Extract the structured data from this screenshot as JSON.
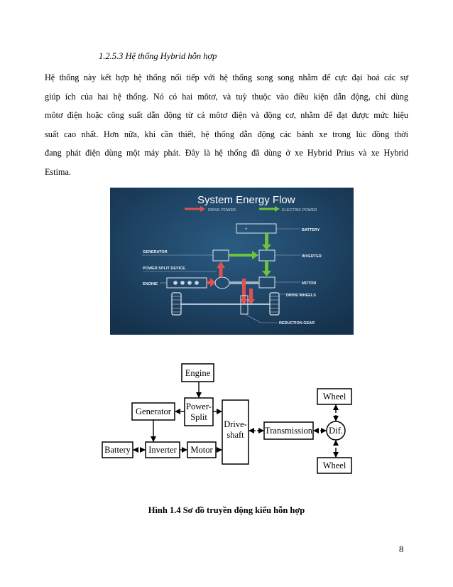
{
  "section_heading": "1.2.5.3   Hệ thống Hybrid hỗn hợp",
  "paragraph_lines": [
    "Hệ thống này kết hợp hệ thống nối tiếp với hệ thống song song nhằm để cực đại hoá các sự",
    "giúp ích của hai hệ thống. Nó có hai môtơ, và tuỳ thuộc vào điều kiện dẫn động, chỉ dùng",
    "môtơ điện hoặc công suất dẫn động từ cả môtơ điện và động cơ, nhằm để đạt được mức hiệu",
    "suất cao nhất. Hơn nữa, khi cần thiết, hệ thống dẫn động các bánh xe trong lúc đồng thời",
    "đang phát điện dùng một máy phát. Đây là hệ thống đã dùng ở xe Hybrid Prius và xe Hybrid",
    "Estima."
  ],
  "energy_flow_figure": {
    "title": "System Energy Flow",
    "legend_drive": "DRIVE POWER",
    "legend_electric": "ELECTRIC POWER",
    "label_battery": "BATTERY",
    "label_generator": "GENERATOR",
    "label_inverter": "INVERTER",
    "label_power_split": "POWER SPLIT DEVICE",
    "label_engine": "ENGINE",
    "label_motor": "MOTOR",
    "label_drive_wheels": "DRIVE WHEELS",
    "label_reduction_gear": "REDUCTION GEAR",
    "colors": {
      "background": "#1f4768",
      "drive": "#e05050",
      "electric": "#6cc43c"
    }
  },
  "block_diagram": {
    "engine": "Engine",
    "power_split_1": "Power-",
    "power_split_2": "Split",
    "generator": "Generator",
    "driveshaft_1": "Drive-",
    "driveshaft_2": "shaft",
    "transmission": "Transmission",
    "dif": "Dif.",
    "wheel_top": "Wheel",
    "wheel_bottom": "Wheel",
    "battery": "Battery",
    "inverter": "Inverter",
    "motor": "Motor"
  },
  "caption": "Hình 1.4 Sơ đồ truyền động kiểu hỗn hợp",
  "page_number": "8"
}
